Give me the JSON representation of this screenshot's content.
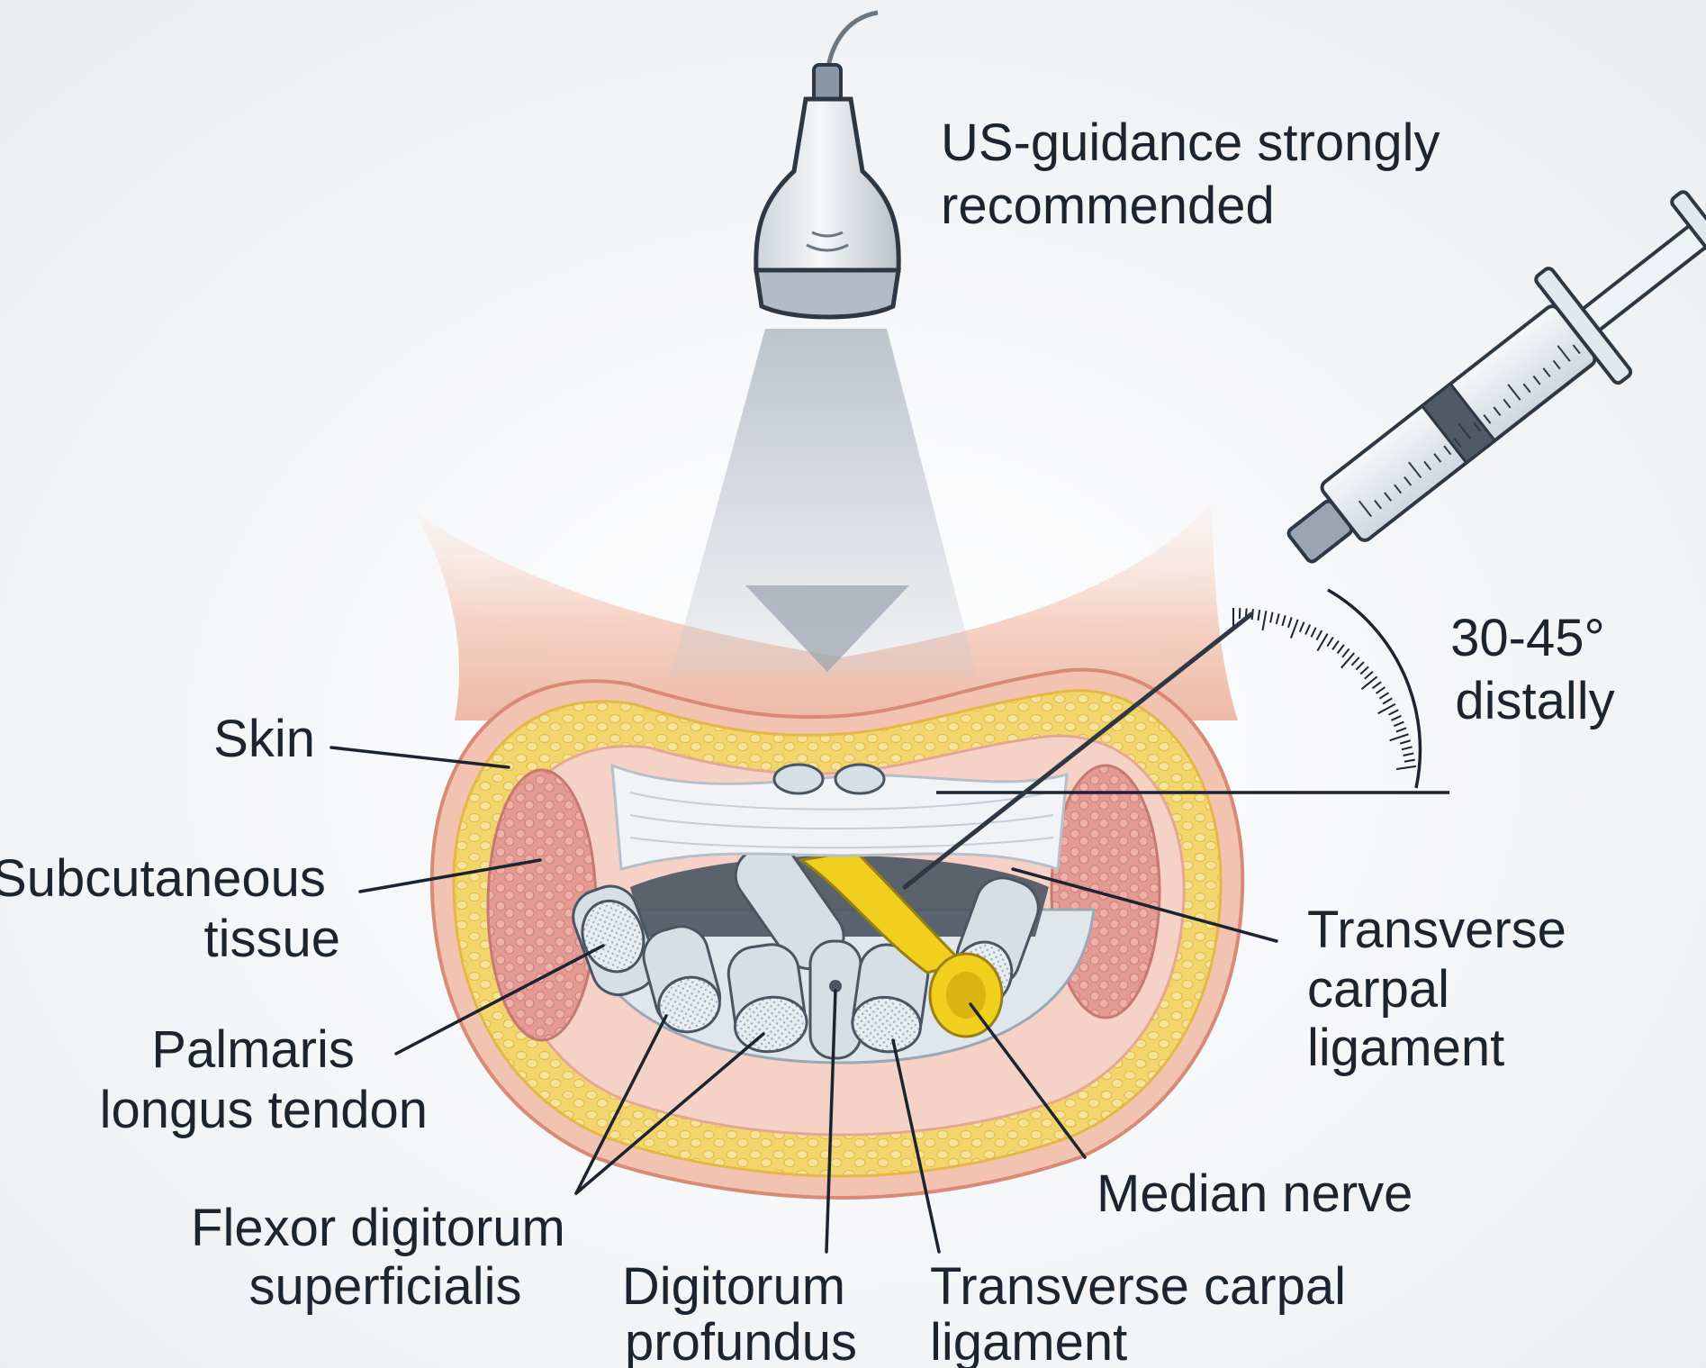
{
  "labels": {
    "us_guidance": [
      "US-guidance strongly",
      "recommended"
    ],
    "angle": [
      "30-45°",
      "distally"
    ],
    "skin": [
      "Skin"
    ],
    "subcutaneous": [
      "Subcutaneous",
      "tissue"
    ],
    "palmaris": [
      "Palmaris",
      "longus tendon"
    ],
    "fds": [
      "Flexor digitorum",
      "superficialis"
    ],
    "fdp": [
      "Digitorum",
      "profundus"
    ],
    "tcl_bottom": [
      "Transverse carpal",
      "ligament"
    ],
    "median_nerve": [
      "Median nerve"
    ],
    "tcl_right": [
      "Transverse",
      "carpal",
      "ligament"
    ]
  },
  "colors": {
    "background": "#f3f4f6",
    "skin": "#f3c9b8",
    "fat": "#f3d56e",
    "muscle": "#e49b93",
    "tendon": "#c9d4de",
    "median_nerve": "#f0cf1e",
    "ultrasound_beam": "#c6cbd3",
    "line": "#1c2430"
  }
}
